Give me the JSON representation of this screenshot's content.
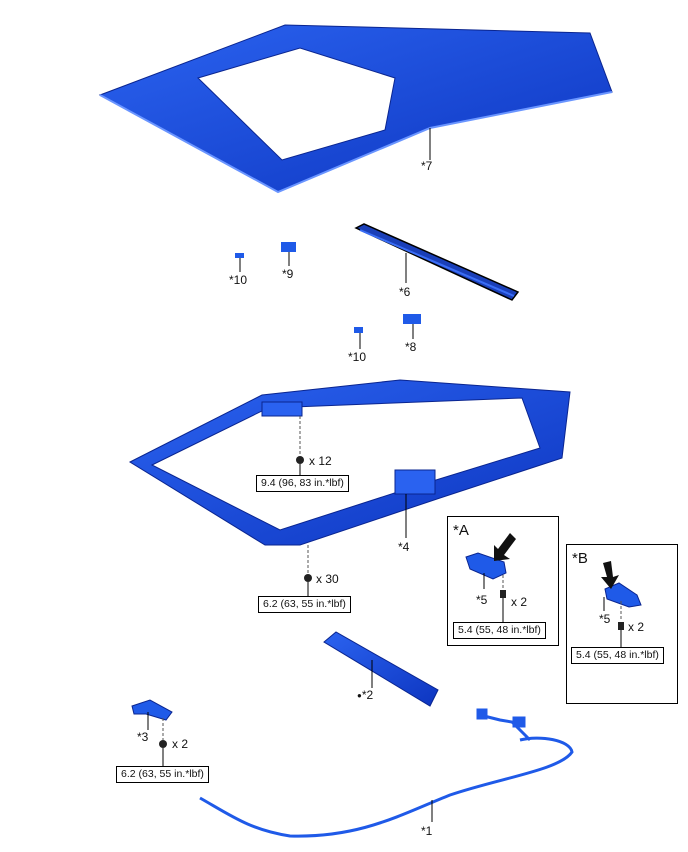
{
  "parts": {
    "roof_panel": "*7",
    "shade_roller": "*6",
    "stopper_a": "*10",
    "stopper_b": "*9",
    "stopper_c": "*10",
    "bracket_8": "*8",
    "frame": "*4",
    "motor": "*5",
    "drain": "*2",
    "bracket_3": "*3",
    "harness": "*1"
  },
  "fasteners": {
    "frame_bolts_qty": "x 12",
    "frame_bolts_torque": "9.4 (96, 83 in.*lbf)",
    "frame_nuts_qty": "x 30",
    "frame_nuts_torque": "6.2 (63, 55 in.*lbf)",
    "bracket3_qty": "x 2",
    "bracket3_torque": "6.2 (63, 55 in.*lbf)"
  },
  "insets": [
    {
      "title": "*A",
      "part": "*5",
      "qty": "x 2",
      "torque": "5.4 (55, 48 in.*lbf)"
    },
    {
      "title": "*B",
      "part": "*5",
      "qty": "x 2",
      "torque": "5.4 (55, 48 in.*lbf)"
    }
  ],
  "drain_marker": "●",
  "colors": {
    "part_blue": "#1a4fe0",
    "part_dark": "#0c2a9a"
  }
}
